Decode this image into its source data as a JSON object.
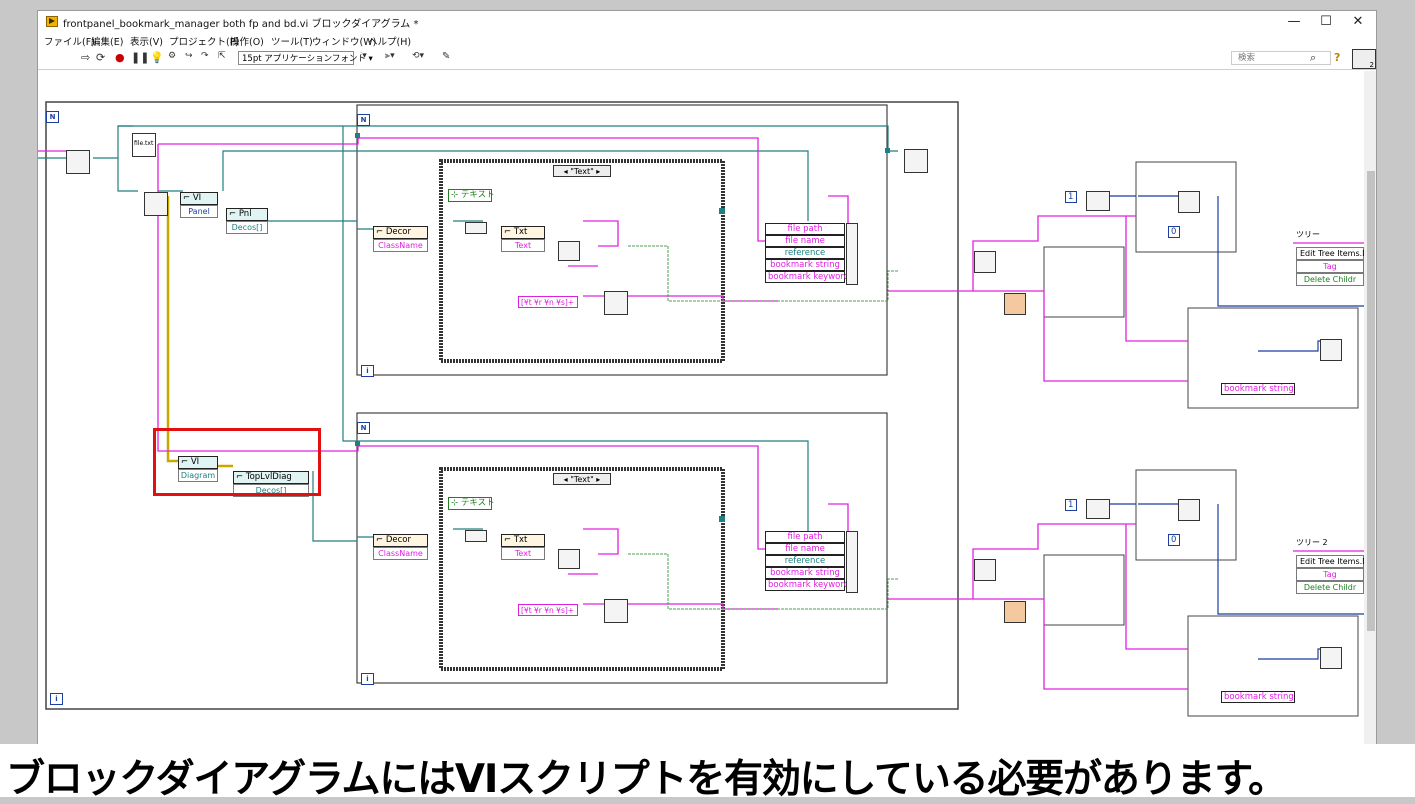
{
  "window": {
    "title": "frontpanel_bookmark_manager both fp and bd.vi ブロックダイアグラム *",
    "controls": {
      "minimize": "—",
      "maximize": "☐",
      "close": "✕"
    }
  },
  "menu": [
    "ファイル(F)",
    "編集(E)",
    "表示(V)",
    "プロジェクト(P)",
    "操作(O)",
    "ツール(T)",
    "ウィンドウ(W)",
    "ヘルプ(H)"
  ],
  "toolbar": {
    "font_select": "15pt アプリケーションフォント",
    "search_placeholder": "検索",
    "help_glyph": "?",
    "connector_label": "2"
  },
  "diagram": {
    "n_label": "N",
    "i_label": "i",
    "file_txt": "file.txt",
    "vi_node": "VI",
    "panel_prop": "Panel",
    "pnl_node": "Pnl",
    "decos_prop": "Decos[]",
    "diagram_prop": "Diagram",
    "toplvl_node": "TopLvlDiag",
    "decor_node": "Decor",
    "classname_prop": "ClassName",
    "txt_node": "Txt",
    "text_prop": "Text",
    "case_selector": "\"Text\"",
    "text_const": "テキスト",
    "regex_const": "[¥t ¥r ¥n ¥s]+",
    "cluster_fields": [
      "file path",
      "file name",
      "reference",
      "bookmark string",
      "bookmark keyword"
    ],
    "bookmark_string": "bookmark string",
    "tree1_label": "ツリー",
    "tree2_label": "ツリー 2",
    "tree_props": [
      "Edit Tree Items.D",
      "Tag",
      "Delete Childr"
    ],
    "tree2_props": [
      "Edit Tree Items.D",
      "Tag",
      "Delete Childr"
    ],
    "const_one": "1",
    "const_zero": "0"
  },
  "caption": "ブロックダイアグラムにはVIスクリプトを有効にしている必要があります。",
  "colors": {
    "pink_wire": "#e020e0",
    "teal_wire": "#207f7f",
    "green_wire": "#50a050",
    "highlight": "#e21010"
  }
}
